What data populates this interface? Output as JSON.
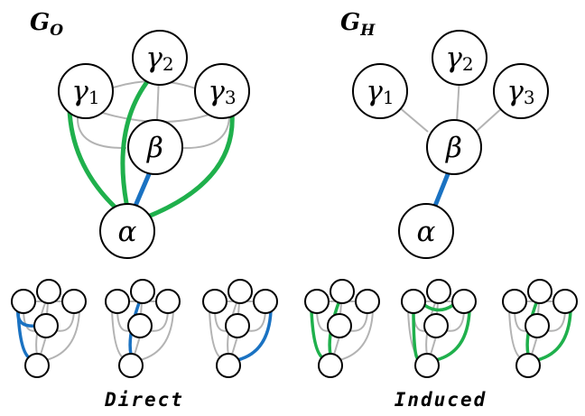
{
  "colors": {
    "direct_edge": "#1a72c2",
    "induced_edge": "#1fb04c",
    "graph_edge": "#b3b3b3",
    "node_stroke": "#000000",
    "node_fill": "#ffffff"
  },
  "graph_o": {
    "title": "G",
    "subscript": "O"
  },
  "graph_h": {
    "title": "G",
    "subscript": "H"
  },
  "nodes": {
    "gamma1": {
      "symbol": "γ",
      "subscript": "1"
    },
    "gamma2": {
      "symbol": "γ",
      "subscript": "2"
    },
    "gamma3": {
      "symbol": "γ",
      "subscript": "3"
    },
    "beta": {
      "symbol": "β",
      "subscript": ""
    },
    "alpha": {
      "symbol": "α",
      "subscript": ""
    }
  },
  "captions": {
    "direct": "Direct",
    "induced": "Induced"
  }
}
